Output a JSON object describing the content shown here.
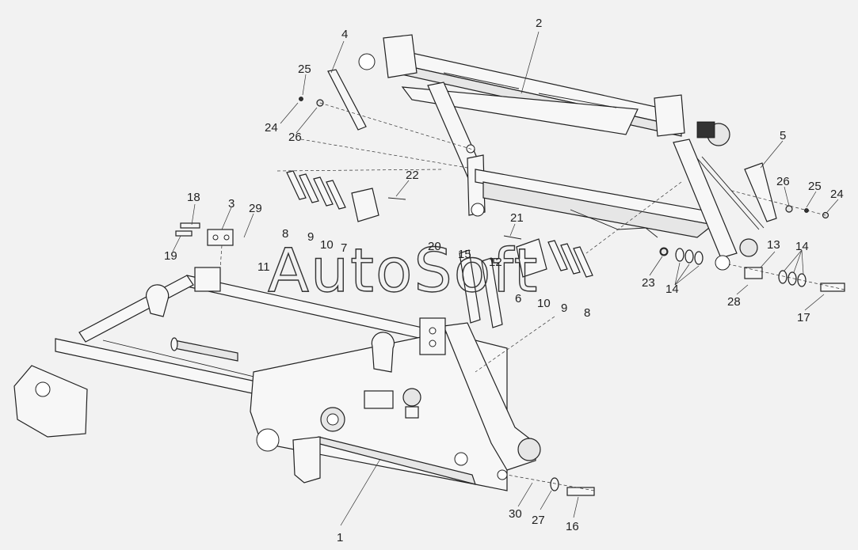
{
  "watermark": "AutoSoft",
  "callouts": [
    {
      "id": "c1",
      "text": "1"
    },
    {
      "id": "c2",
      "text": "2"
    },
    {
      "id": "c3",
      "text": "3"
    },
    {
      "id": "c4",
      "text": "4"
    },
    {
      "id": "c5",
      "text": "5"
    },
    {
      "id": "c6",
      "text": "6"
    },
    {
      "id": "c7",
      "text": "7"
    },
    {
      "id": "c8a",
      "text": "8"
    },
    {
      "id": "c8b",
      "text": "8"
    },
    {
      "id": "c9a",
      "text": "9"
    },
    {
      "id": "c9b",
      "text": "9"
    },
    {
      "id": "c10a",
      "text": "10"
    },
    {
      "id": "c10b",
      "text": "10"
    },
    {
      "id": "c11",
      "text": "11"
    },
    {
      "id": "c12",
      "text": "12"
    },
    {
      "id": "c13",
      "text": "13"
    },
    {
      "id": "c14a",
      "text": "14"
    },
    {
      "id": "c14b",
      "text": "14"
    },
    {
      "id": "c15",
      "text": "15"
    },
    {
      "id": "c16",
      "text": "16"
    },
    {
      "id": "c17",
      "text": "17"
    },
    {
      "id": "c18",
      "text": "18"
    },
    {
      "id": "c19",
      "text": "19"
    },
    {
      "id": "c20",
      "text": "20"
    },
    {
      "id": "c21",
      "text": "21"
    },
    {
      "id": "c22",
      "text": "22"
    },
    {
      "id": "c23",
      "text": "23"
    },
    {
      "id": "c24a",
      "text": "24"
    },
    {
      "id": "c24b",
      "text": "24"
    },
    {
      "id": "c25a",
      "text": "25"
    },
    {
      "id": "c25b",
      "text": "25"
    },
    {
      "id": "c26a",
      "text": "26"
    },
    {
      "id": "c26b",
      "text": "26"
    },
    {
      "id": "c27",
      "text": "27"
    },
    {
      "id": "c28",
      "text": "28"
    },
    {
      "id": "c29",
      "text": "29"
    },
    {
      "id": "c30",
      "text": "30"
    }
  ]
}
